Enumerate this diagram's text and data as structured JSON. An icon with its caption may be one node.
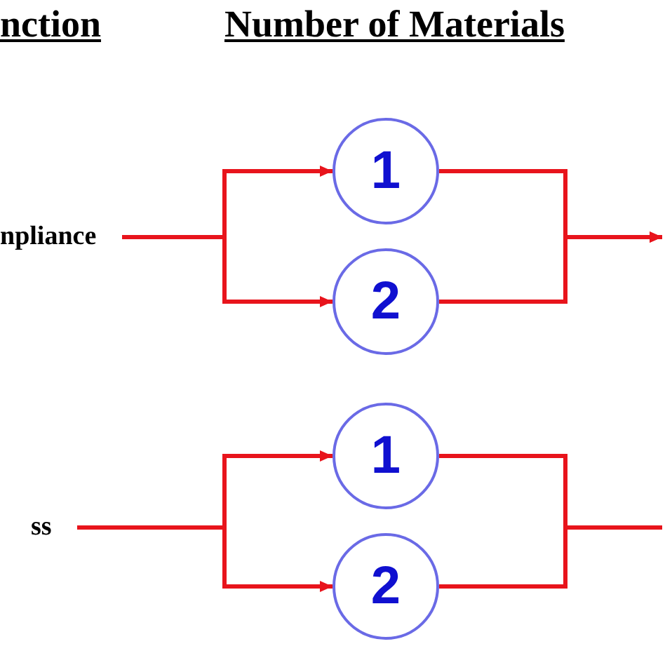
{
  "diagram": {
    "nodes": [
      {
        "text": [
          "npliance"
        ]
      },
      {
        "text": [
          "1"
        ]
      },
      {
        "text": [
          "2"
        ]
      },
      {
        "text": [
          "ss"
        ]
      },
      {
        "text": [
          "1"
        ]
      },
      {
        "text": [
          "2"
        ]
      }
    ],
    "edges": [
      {
        "from": 0,
        "to": 1,
        "arrow": "to"
      },
      {
        "from": 0,
        "to": 2,
        "arrow": "to"
      },
      {
        "from": 1,
        "to": null,
        "arrow": "to"
      },
      {
        "from": 2,
        "to": null,
        "arrow": "to"
      },
      {
        "from": 3,
        "to": 4,
        "arrow": "to"
      },
      {
        "from": 3,
        "to": 5,
        "arrow": "to"
      },
      {
        "from": 4,
        "to": null,
        "arrow": "none"
      },
      {
        "from": 5,
        "to": null,
        "arrow": "none"
      }
    ],
    "labels": [
      "nction",
      "Number of Materials"
    ]
  }
}
